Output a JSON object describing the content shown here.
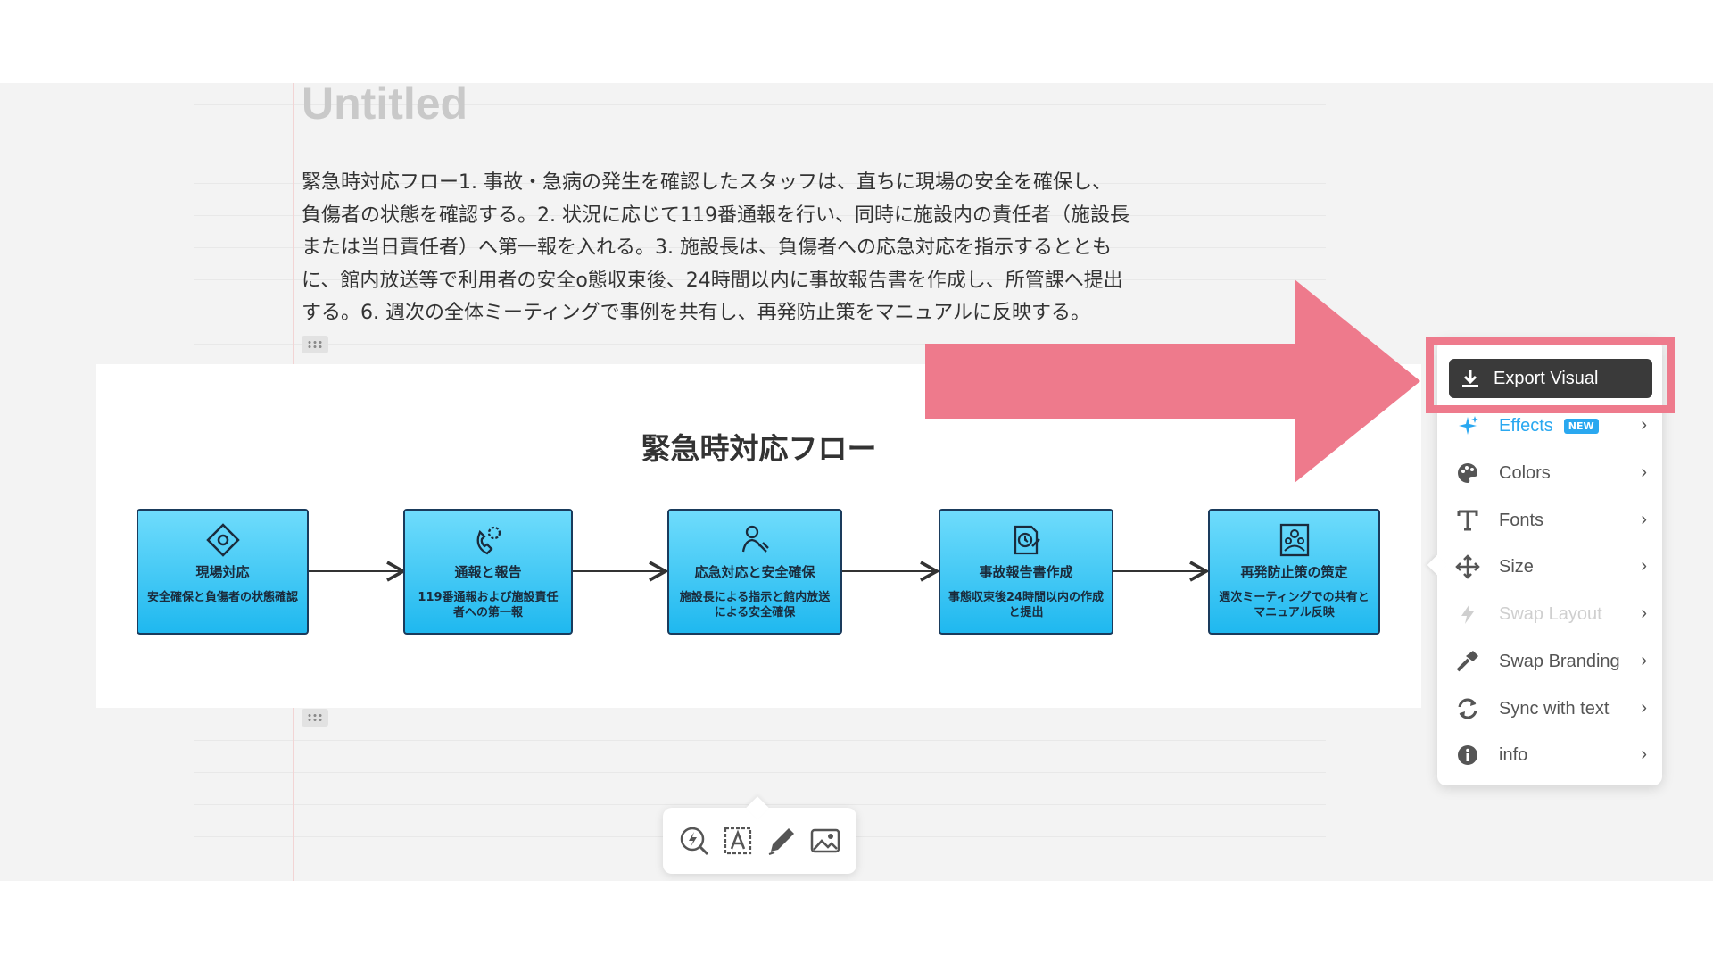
{
  "document": {
    "title": "Untitled",
    "body_lines": [
      "緊急時対応フロー1. 事故・急病の発生を確認したスタッフは、直ちに現場の安全を確保し、",
      "負傷者の状態を確認する。2. 状況に応じて119番通報を行い、同時に施設内の責任者（施設長",
      "または当日責任者）へ第一報を入れる。3. 施設長は、負傷者への応急対応を指示するととも",
      "に、館内放送等で利用者の安全o態収束後、24時間以内に事故報告書を作成し、所管課へ提出",
      "する。6. 週次の全体ミーティングで事例を共有し、再発防止策をマニュアルに反映する。"
    ]
  },
  "visual": {
    "title": "緊急時対応フロー",
    "steps": [
      {
        "title": "現場対応",
        "desc": "安全確保と負傷者の状態確認",
        "icon": "diamond-target-icon"
      },
      {
        "title": "通報と報告",
        "desc": "119番通報および施設責任者への第一報",
        "icon": "phone-call-icon"
      },
      {
        "title": "応急対応と安全確保",
        "desc": "施設長による指示と館内放送による安全確保",
        "icon": "person-care-icon"
      },
      {
        "title": "事故報告書作成",
        "desc": "事態収束後24時間以内の作成と提出",
        "icon": "document-clock-icon"
      },
      {
        "title": "再発防止策の策定",
        "desc": "週次ミーティングでの共有とマニュアル反映",
        "icon": "team-frame-icon"
      }
    ],
    "colors": {
      "box_top": "#6fdcfc",
      "box_bottom": "#1fb8ef",
      "border": "#1a3b5c"
    }
  },
  "mini_toolbar": {
    "icons": [
      "lightning-search-icon",
      "text-box-icon",
      "pencil-icon",
      "image-icon"
    ]
  },
  "menu": {
    "export_label": "Export Visual",
    "items": [
      {
        "label": "Effects",
        "badge": "NEW",
        "icon": "sparkle-icon"
      },
      {
        "label": "Colors",
        "icon": "palette-icon"
      },
      {
        "label": "Fonts",
        "icon": "font-t-icon"
      },
      {
        "label": "Size",
        "icon": "move-arrows-icon"
      },
      {
        "label": "Swap Layout",
        "icon": "lightning-icon"
      },
      {
        "label": "Swap Branding",
        "icon": "hammer-icon"
      },
      {
        "label": "Sync with text",
        "icon": "sync-icon"
      },
      {
        "label": "info",
        "icon": "info-icon"
      }
    ],
    "chevron": "›"
  },
  "annotation": {
    "color": "#ee7a8c"
  }
}
